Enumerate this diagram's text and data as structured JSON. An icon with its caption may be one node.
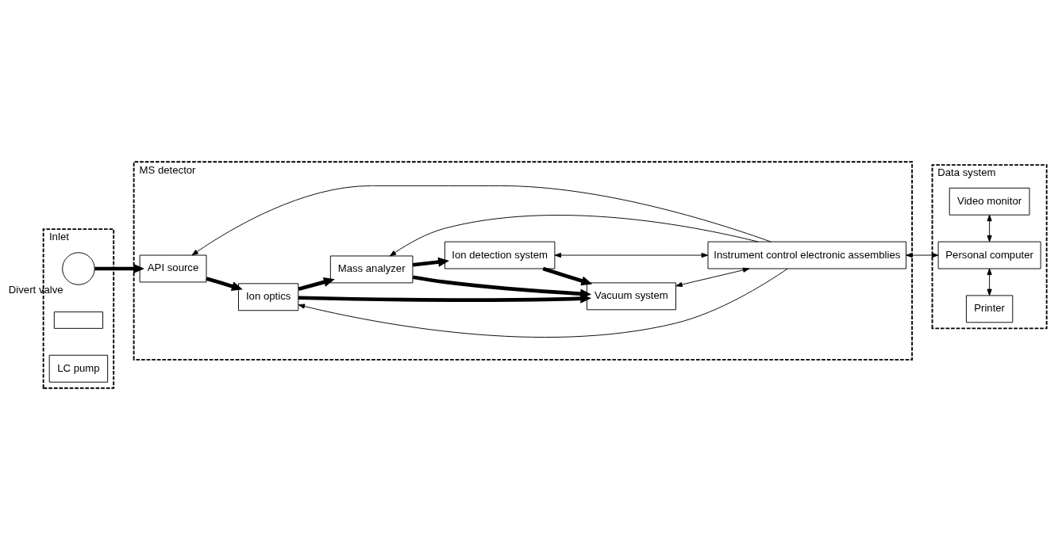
{
  "diagram": {
    "nodes": [
      {
        "text": [
          "Inlet"
        ]
      },
      {
        "text": [],
        "shape": "circle",
        "beside": [
          "Divert valve"
        ],
        "in": 0
      },
      {
        "text": [],
        "shape": "box",
        "in": 0
      },
      {
        "text": [
          "LC pump"
        ],
        "in": 0
      },
      {
        "text": [
          "MS detector"
        ]
      },
      {
        "text": [
          "API source"
        ],
        "in": 4
      },
      {
        "text": [
          "Ion optics"
        ],
        "in": 4
      },
      {
        "text": [
          "Mass analyzer"
        ],
        "in": 4
      },
      {
        "text": [
          "Ion detection system"
        ],
        "in": 4
      },
      {
        "text": [
          "Instrument control electronic assemblies"
        ],
        "in": 4
      },
      {
        "text": [
          "Vacuum system"
        ],
        "in": 4
      },
      {
        "text": [
          "Data system"
        ]
      },
      {
        "text": [
          "Printer"
        ],
        "in": 11
      },
      {
        "text": [
          "Personal computer"
        ],
        "in": 11
      },
      {
        "text": [
          "Video monitor"
        ],
        "in": 11
      }
    ],
    "edges": [
      {
        "from": 1,
        "to": 5,
        "arrow": "to",
        "style": "thick"
      },
      {
        "from": 5,
        "to": 6,
        "arrow": "to",
        "style": "thick"
      },
      {
        "from": 6,
        "to": 7,
        "arrow": "to",
        "style": "thick"
      },
      {
        "from": 7,
        "to": 8,
        "arrow": "to",
        "style": "thick"
      },
      {
        "from": 8,
        "to": 10,
        "arrow": "to",
        "style": "thick"
      },
      {
        "from": 6,
        "to": 10,
        "arrow": "to",
        "style": "thick"
      },
      {
        "from": 7,
        "to": 10,
        "arrow": "to",
        "style": "thick"
      },
      {
        "from": 8,
        "to": 9,
        "arrow": "both"
      },
      {
        "from": 9,
        "to": 5,
        "arrow": "to"
      },
      {
        "from": 9,
        "to": 6,
        "arrow": "to"
      },
      {
        "from": 9,
        "to": 7,
        "arrow": "to"
      },
      {
        "from": 10,
        "to": 9,
        "arrow": "both"
      },
      {
        "from": 9,
        "to": 13,
        "arrow": "both"
      },
      {
        "from": 12,
        "to": 13,
        "arrow": "both"
      },
      {
        "from": 13,
        "to": 14,
        "arrow": "both"
      }
    ]
  }
}
